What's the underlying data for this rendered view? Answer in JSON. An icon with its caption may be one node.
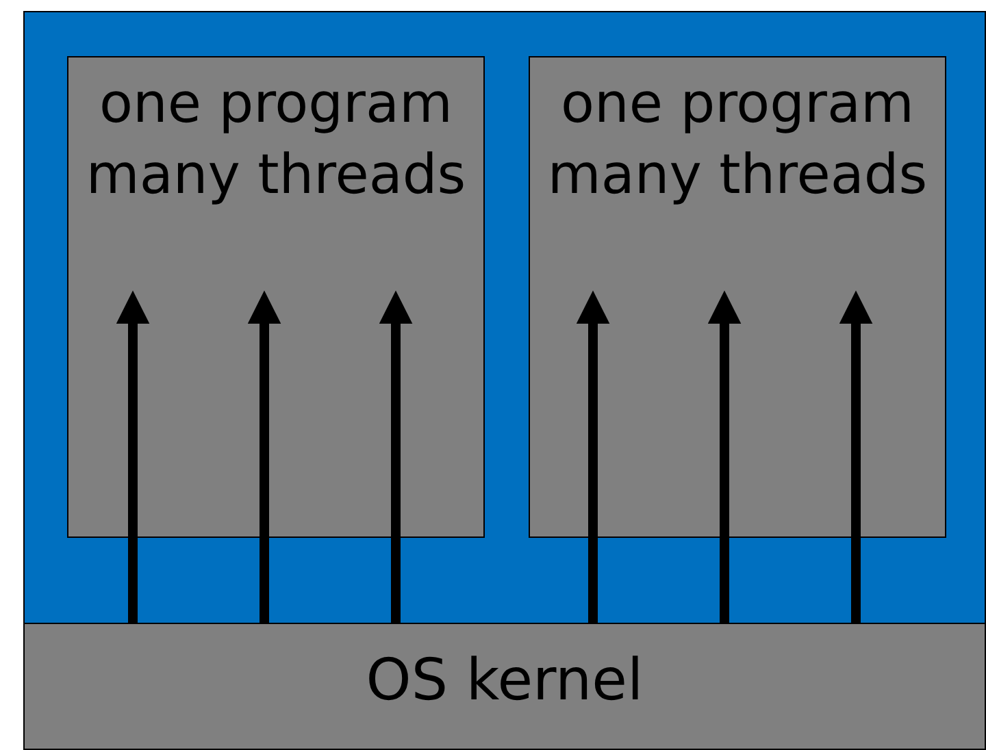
{
  "diagram": {
    "nodes": [
      {
        "text": [],
        "shape": "box"
      },
      {
        "text": [
          "one program many threads"
        ],
        "in": 0
      },
      {
        "text": [
          "one program many threads"
        ],
        "in": 0
      },
      {
        "text": [
          "OS kernel"
        ]
      }
    ],
    "edges": [
      {
        "from": 3,
        "to": 1,
        "arrow": "to"
      },
      {
        "from": 3,
        "to": 1,
        "arrow": "to"
      },
      {
        "from": 3,
        "to": 1,
        "arrow": "to"
      },
      {
        "from": 3,
        "to": 2,
        "arrow": "to"
      },
      {
        "from": 3,
        "to": 2,
        "arrow": "to"
      },
      {
        "from": 3,
        "to": 2,
        "arrow": "to"
      }
    ]
  }
}
